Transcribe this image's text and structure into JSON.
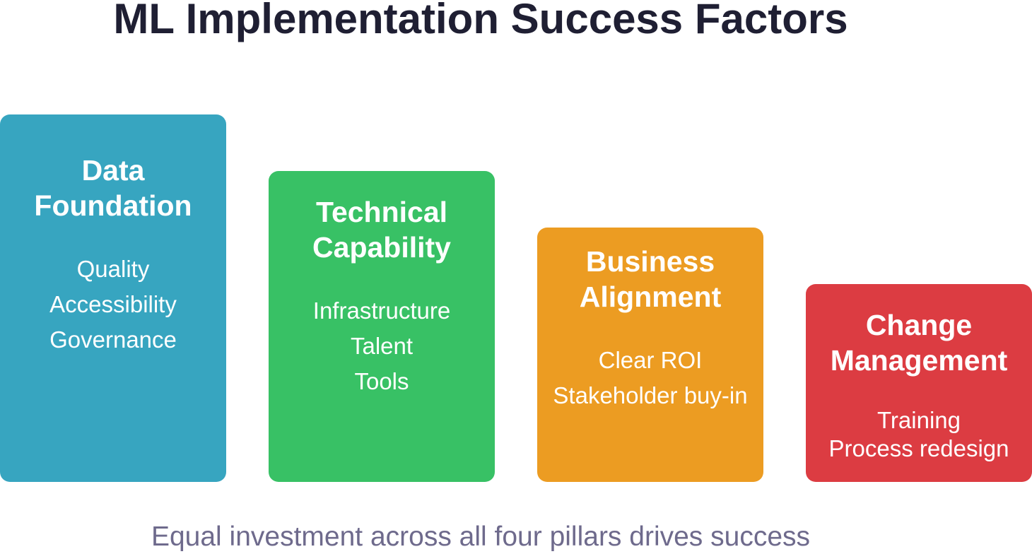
{
  "title": "ML Implementation Success Factors",
  "pillars": [
    {
      "title_lines": [
        "Data",
        "Foundation"
      ],
      "items": [
        "Quality",
        "Accessibility",
        "Governance"
      ],
      "color": "#37a5c0"
    },
    {
      "title_lines": [
        "Technical",
        "Capability"
      ],
      "items": [
        "Infrastructure",
        "Talent",
        "Tools"
      ],
      "color": "#38c165"
    },
    {
      "title_lines": [
        "Business",
        "Alignment"
      ],
      "items": [
        "Clear ROI",
        "Stakeholder buy-in"
      ],
      "color": "#ec9c22"
    },
    {
      "title_lines": [
        "Change",
        "Management"
      ],
      "items": [
        "Training",
        "Process redesign"
      ],
      "color": "#dc3c42"
    }
  ],
  "caption": "Equal investment across all four pillars drives success"
}
